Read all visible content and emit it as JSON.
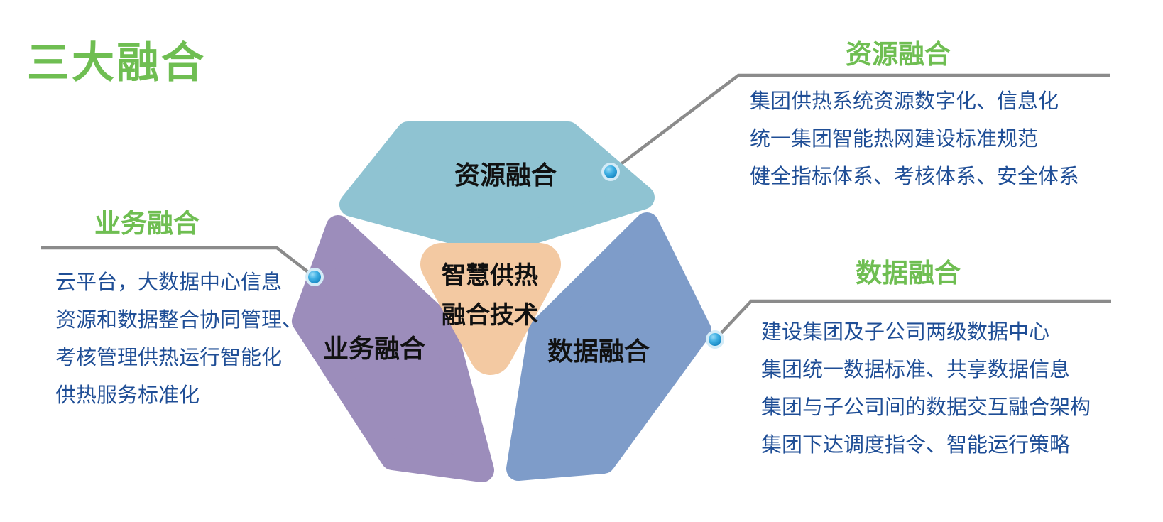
{
  "title": "三大融合",
  "colors": {
    "accent_green": "#6fbe52",
    "body_text": "#1f4e96",
    "label_text": "#111111",
    "connector_gray": "#8b8b8b",
    "petal_resource": "#8fc3d2",
    "petal_business": "#9c8dbb",
    "petal_data": "#7e9cc9",
    "center_triangle": "#f3c9a2",
    "dot_ring": "#d3ebf7",
    "dot_core_light": "#9adcf7",
    "dot_core_mid": "#3fb0e4",
    "dot_core_dark": "#1181bd"
  },
  "diagram": {
    "petal_resource_label": "资源融合",
    "petal_business_label": "业务融合",
    "petal_data_label": "数据融合",
    "center_line1": "智慧供热",
    "center_line2": "融合技术"
  },
  "callouts": {
    "resource": {
      "title": "资源融合",
      "lines": [
        "集团供热系统资源数字化、信息化",
        "统一集团智能热网建设标准规范",
        "健全指标体系、考核体系、安全体系"
      ]
    },
    "business": {
      "title": "业务融合",
      "lines": [
        "云平台，大数据中心信息",
        "资源和数据整合协同管理、",
        "考核管理供热运行智能化",
        "供热服务标准化"
      ]
    },
    "data": {
      "title": "数据融合",
      "lines": [
        "建设集团及子公司两级数据中心",
        "集团统一数据标准、共享数据信息",
        "集团与子公司间的数据交互融合架构",
        "集团下达调度指令、智能运行策略"
      ]
    }
  }
}
